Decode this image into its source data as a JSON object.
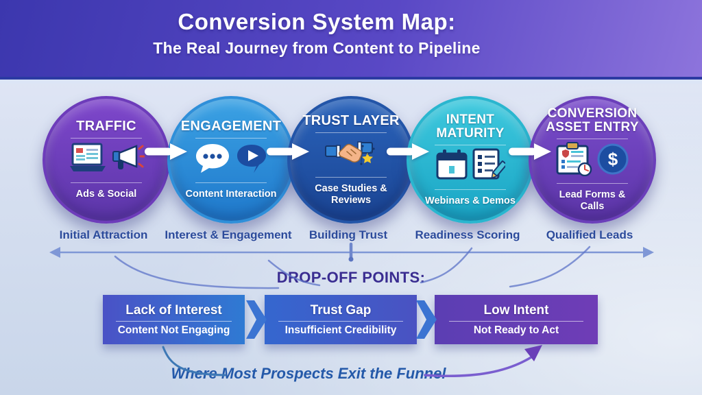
{
  "header": {
    "title": "Conversion System Map:",
    "subtitle": "The Real Journey from Content to Pipeline"
  },
  "stages": [
    {
      "title": "TRAFFIC",
      "sub": "Ads & Social",
      "caption": "Initial Attraction",
      "icons": [
        "laptop-ads-icon",
        "megaphone-icon"
      ]
    },
    {
      "title": "ENGAGEMENT",
      "sub": "Content Interaction",
      "caption": "Interest & Engagement",
      "icons": [
        "chat-bubble-icon",
        "video-play-icon"
      ]
    },
    {
      "title": "TRUST LAYER",
      "sub": "Case Studies & Reviews",
      "caption": "Building Trust",
      "icons": [
        "handshake-icon",
        "star-rating-icon"
      ]
    },
    {
      "title": "INTENT MATURITY",
      "sub": "Webinars & Demos",
      "caption": "Readiness Scoring",
      "icons": [
        "calendar-icon",
        "checklist-pencil-icon"
      ]
    },
    {
      "title": "CONVERSION ASSET ENTRY",
      "sub": "Lead Forms & Calls",
      "caption": "Qualified Leads",
      "icons": [
        "clipboard-clock-icon",
        "dollar-coin-icon"
      ]
    }
  ],
  "dropoff": {
    "heading": "DROP-OFF POINTS:",
    "boxes": [
      {
        "title": "Lack of Interest",
        "sub": "Content Not Engaging"
      },
      {
        "title": "Trust Gap",
        "sub": "Insufficient Credibility"
      },
      {
        "title": "Low Intent",
        "sub": "Not Ready to Act"
      }
    ]
  },
  "footer": {
    "note": "Where Most Prospects Exit the Funnel"
  },
  "colors": {
    "header-a": "#3c37ae",
    "header-b": "#5948c5",
    "header-c": "#8d74dc",
    "s1-top": "#7e47cb",
    "s1-bot": "#5c36a9",
    "s1-border": "#6d3cba",
    "s2-top": "#3ba2e4",
    "s2-bot": "#1f78cb",
    "s2-border": "#2f8fd9",
    "s3-top": "#2a63ba",
    "s3-bot": "#1a4493",
    "s3-border": "#2355a8",
    "s4-top": "#3ec9de",
    "s4-bot": "#19a4c4",
    "s4-border": "#2ab6cf",
    "s5-top": "#7a4ccb",
    "s5-bot": "#5c35a8",
    "s5-border": "#6b3fba",
    "caption-text": "#2b4a9b",
    "line": "#7f97d6",
    "heading-text": "#3a2d91",
    "box1-a": "#4a52c6",
    "box1-b": "#2f7ad3",
    "box2-a": "#3567cf",
    "box2-b": "#4a52c2",
    "box3-a": "#5b3eb3",
    "box3-b": "#6f3db6",
    "chevron": "#3b74d2",
    "footer-text": "#2459a9",
    "footer-arrow": "#6a3fb8"
  }
}
